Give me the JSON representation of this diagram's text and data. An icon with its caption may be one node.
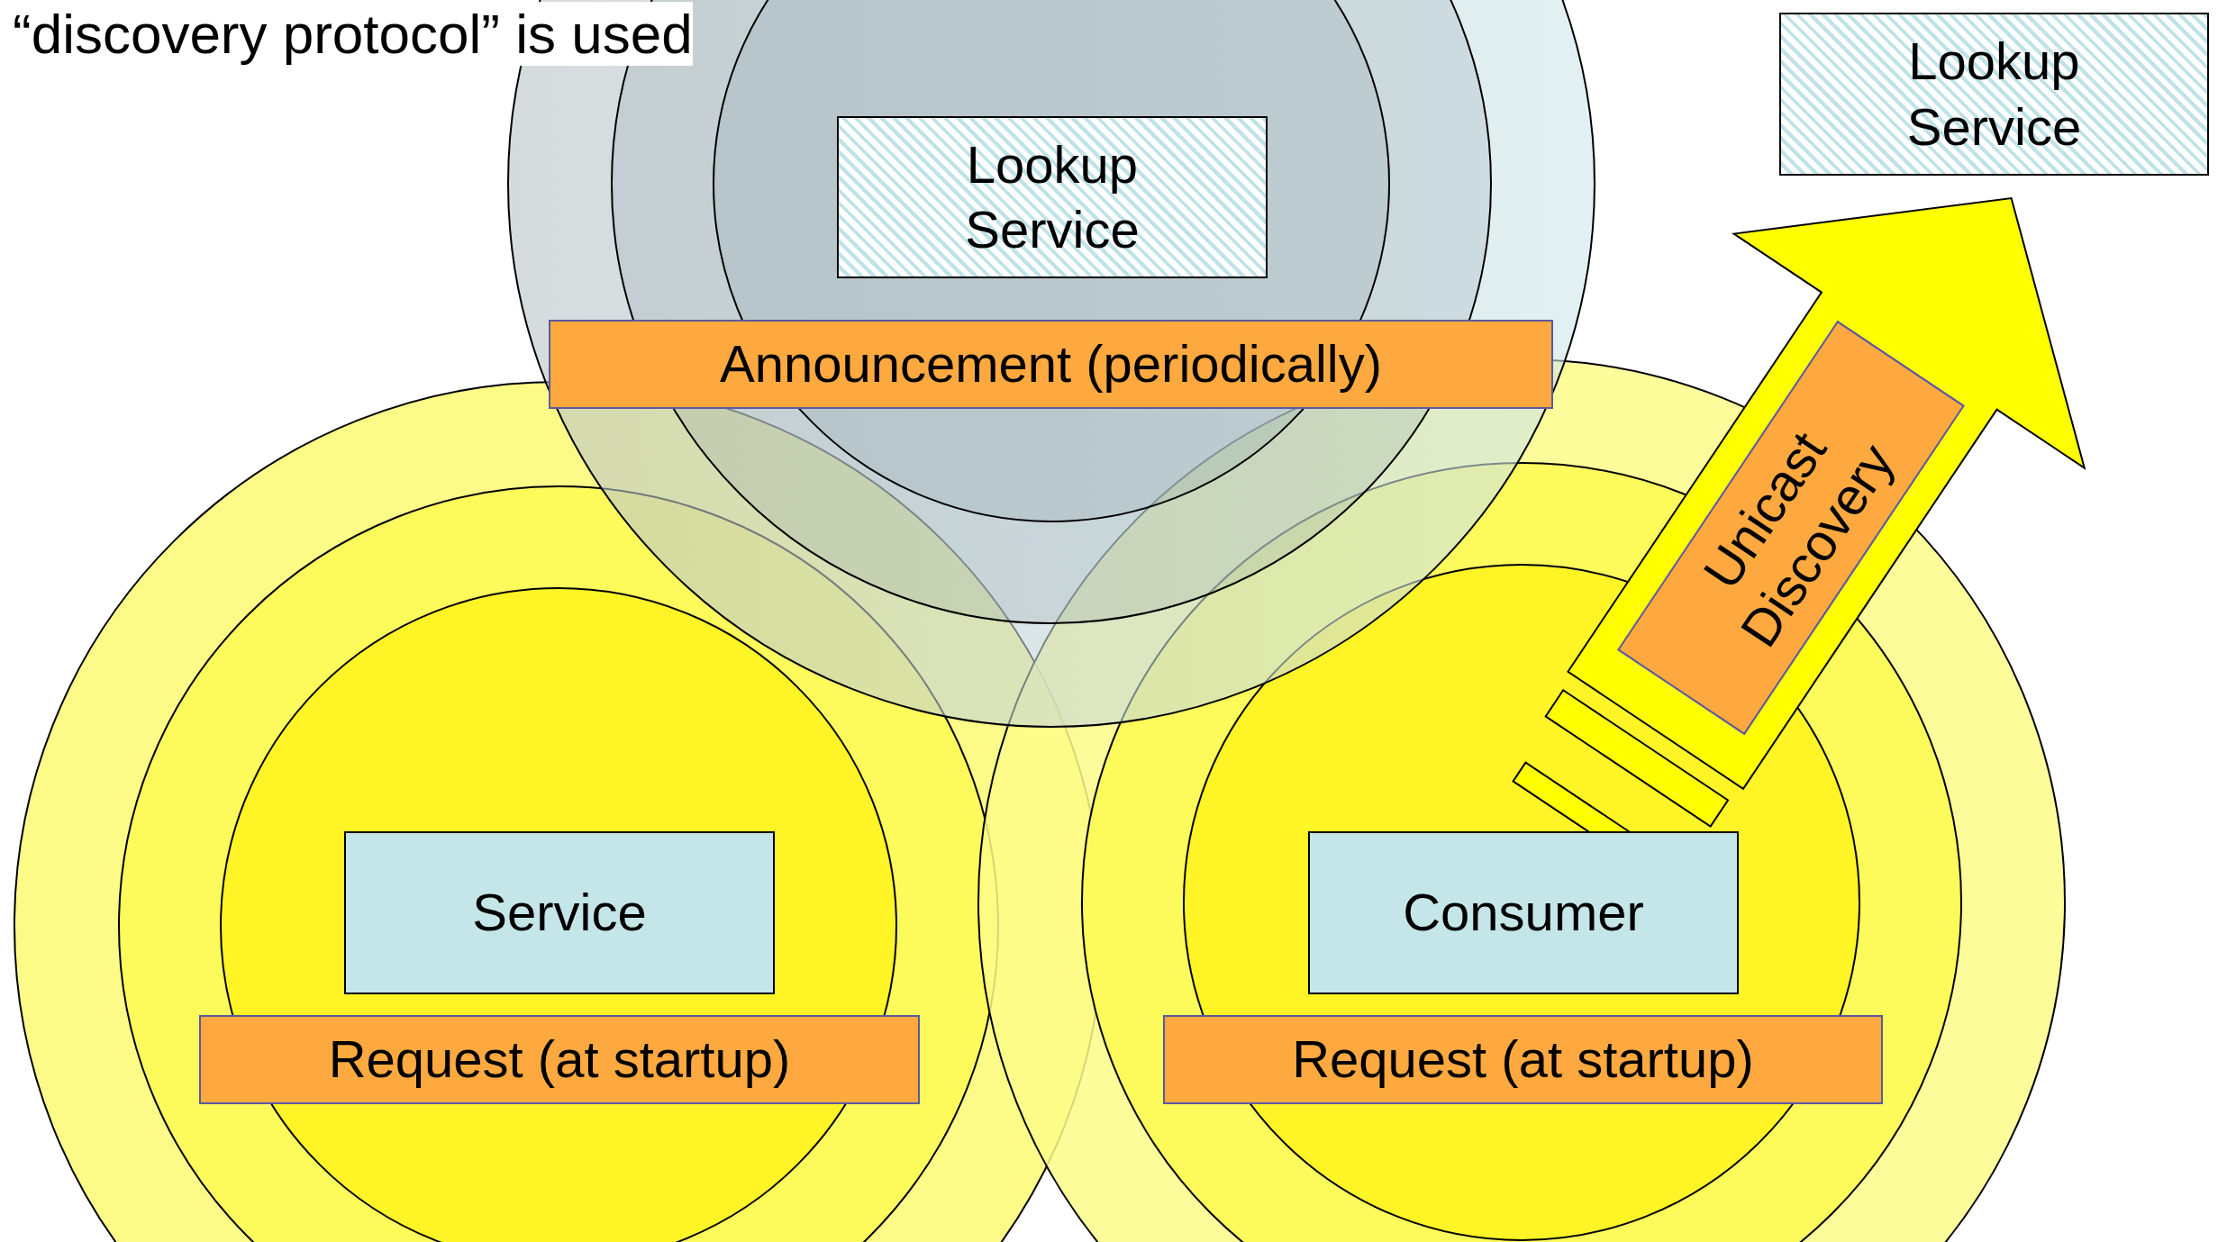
{
  "diagram": {
    "nodes": [
      {
        "text": [
          "Lookup Service"
        ]
      },
      {
        "text": [
          "Announcement (periodically)"
        ]
      },
      {
        "text": [
          "Service"
        ]
      },
      {
        "text": [
          "Request (at startup)"
        ]
      },
      {
        "text": [
          "Consumer"
        ]
      },
      {
        "text": [
          "Request (at startup)"
        ]
      },
      {
        "text": [
          "Lookup Service"
        ]
      }
    ],
    "edges": [
      {
        "from": 4,
        "to": 6,
        "arrow": "to",
        "label": "Unicast Discovery"
      }
    ],
    "labels": [
      "“discovery protocol” is used"
    ]
  }
}
